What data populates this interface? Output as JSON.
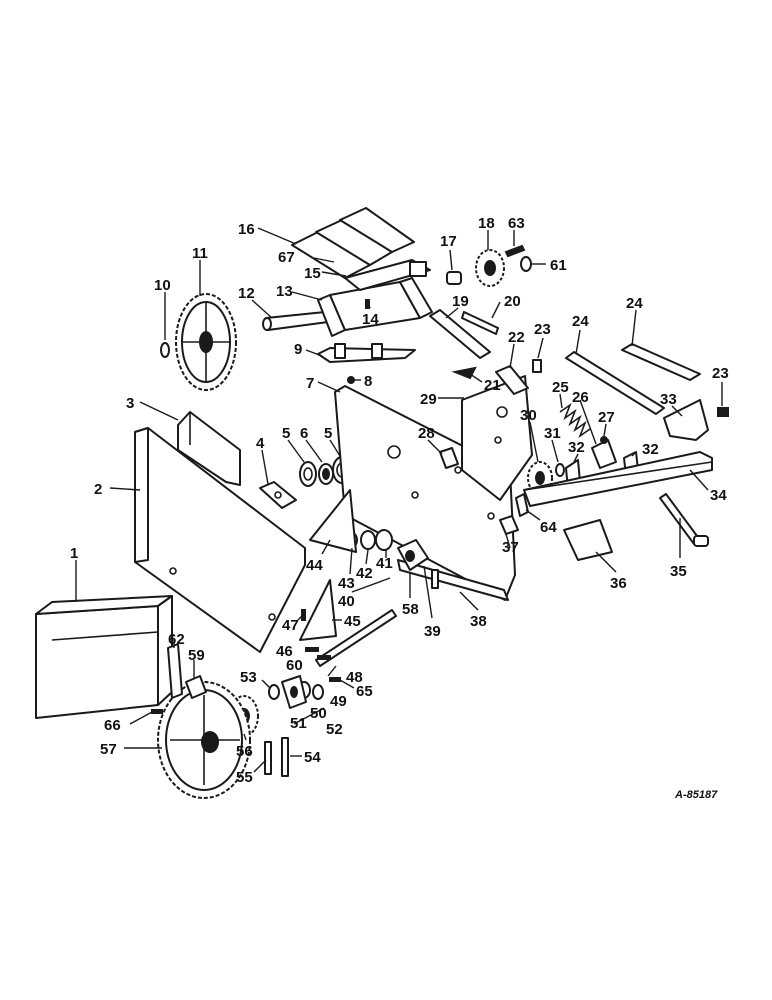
{
  "figure": {
    "reference_code": "A-85187"
  },
  "callouts": [
    {
      "id": "c1",
      "text": "1"
    },
    {
      "id": "c2",
      "text": "2"
    },
    {
      "id": "c3",
      "text": "3"
    },
    {
      "id": "c4",
      "text": "4"
    },
    {
      "id": "c5a",
      "text": "5"
    },
    {
      "id": "c5b",
      "text": "5"
    },
    {
      "id": "c6",
      "text": "6"
    },
    {
      "id": "c7",
      "text": "7"
    },
    {
      "id": "c8",
      "text": "8"
    },
    {
      "id": "c9",
      "text": "9"
    },
    {
      "id": "c10",
      "text": "10"
    },
    {
      "id": "c11",
      "text": "11"
    },
    {
      "id": "c12",
      "text": "12"
    },
    {
      "id": "c13",
      "text": "13"
    },
    {
      "id": "c14",
      "text": "14"
    },
    {
      "id": "c15",
      "text": "15"
    },
    {
      "id": "c16",
      "text": "16"
    },
    {
      "id": "c17",
      "text": "17"
    },
    {
      "id": "c18",
      "text": "18"
    },
    {
      "id": "c19",
      "text": "19"
    },
    {
      "id": "c20",
      "text": "20"
    },
    {
      "id": "c21",
      "text": "21"
    },
    {
      "id": "c22",
      "text": "22"
    },
    {
      "id": "c23a",
      "text": "23"
    },
    {
      "id": "c23b",
      "text": "23"
    },
    {
      "id": "c24a",
      "text": "24"
    },
    {
      "id": "c24b",
      "text": "24"
    },
    {
      "id": "c25",
      "text": "25"
    },
    {
      "id": "c26",
      "text": "26"
    },
    {
      "id": "c27",
      "text": "27"
    },
    {
      "id": "c28",
      "text": "28"
    },
    {
      "id": "c29",
      "text": "29"
    },
    {
      "id": "c30",
      "text": "30"
    },
    {
      "id": "c31",
      "text": "31"
    },
    {
      "id": "c32a",
      "text": "32"
    },
    {
      "id": "c32b",
      "text": "32"
    },
    {
      "id": "c33",
      "text": "33"
    },
    {
      "id": "c34",
      "text": "34"
    },
    {
      "id": "c35",
      "text": "35"
    },
    {
      "id": "c36",
      "text": "36"
    },
    {
      "id": "c37",
      "text": "37"
    },
    {
      "id": "c38",
      "text": "38"
    },
    {
      "id": "c39",
      "text": "39"
    },
    {
      "id": "c40",
      "text": "40"
    },
    {
      "id": "c41",
      "text": "41"
    },
    {
      "id": "c42",
      "text": "42"
    },
    {
      "id": "c43",
      "text": "43"
    },
    {
      "id": "c44",
      "text": "44"
    },
    {
      "id": "c45",
      "text": "45"
    },
    {
      "id": "c46",
      "text": "46"
    },
    {
      "id": "c47",
      "text": "47"
    },
    {
      "id": "c48",
      "text": "48"
    },
    {
      "id": "c49",
      "text": "49"
    },
    {
      "id": "c50",
      "text": "50"
    },
    {
      "id": "c51",
      "text": "51"
    },
    {
      "id": "c52",
      "text": "52"
    },
    {
      "id": "c53",
      "text": "53"
    },
    {
      "id": "c54",
      "text": "54"
    },
    {
      "id": "c55",
      "text": "55"
    },
    {
      "id": "c56",
      "text": "56"
    },
    {
      "id": "c57",
      "text": "57"
    },
    {
      "id": "c58",
      "text": "58"
    },
    {
      "id": "c59",
      "text": "59"
    },
    {
      "id": "c60",
      "text": "60"
    },
    {
      "id": "c61",
      "text": "61"
    },
    {
      "id": "c62",
      "text": "62"
    },
    {
      "id": "c63",
      "text": "63"
    },
    {
      "id": "c64",
      "text": "64"
    },
    {
      "id": "c65",
      "text": "65"
    },
    {
      "id": "c66",
      "text": "66"
    },
    {
      "id": "c67",
      "text": "67"
    }
  ]
}
